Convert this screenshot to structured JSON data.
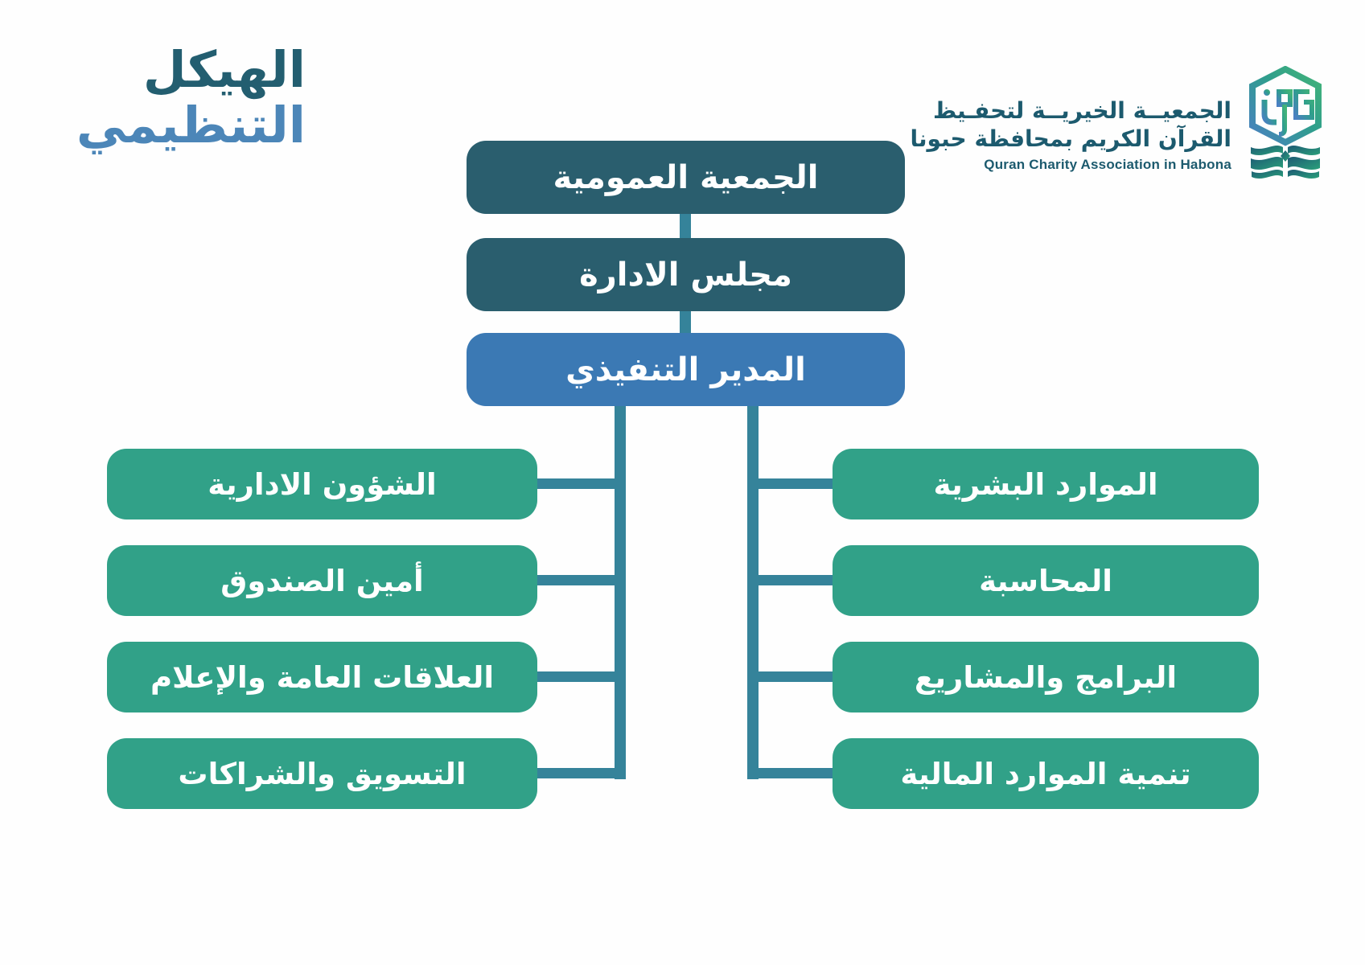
{
  "title": {
    "line1": "الهيكل",
    "line2": "التنظيمي"
  },
  "logo": {
    "name_ar_line1": "الجمعيــة الخيريــة لتحفـيظ",
    "name_ar_line2": "القرآن الكريم بمحافظة حبونا",
    "name_en": "Quran Charity Association in Habona"
  },
  "chart": {
    "root_nodes": [
      {
        "id": "general-assembly",
        "label": "الجمعية العمومية"
      },
      {
        "id": "board-of-directors",
        "label": "مجلس الادارة"
      },
      {
        "id": "executive-director",
        "label": "المدير التنفيذي"
      }
    ],
    "left_branch": [
      {
        "id": "administrative-affairs",
        "label": "الشؤون الادارية"
      },
      {
        "id": "treasurer",
        "label": "أمين الصندوق"
      },
      {
        "id": "public-relations-media",
        "label": "العلاقات العامة والإعلام"
      },
      {
        "id": "marketing-partnerships",
        "label": "التسويق والشراكات"
      }
    ],
    "right_branch": [
      {
        "id": "human-resources",
        "label": "الموارد البشرية"
      },
      {
        "id": "accounting",
        "label": "المحاسبة"
      },
      {
        "id": "programs-projects",
        "label": "البرامج والمشاريع"
      },
      {
        "id": "financial-resources-development",
        "label": "تنمية الموارد المالية"
      }
    ]
  },
  "colors": {
    "dark_node": "#2a5e6e",
    "executive_node": "#3b79b4",
    "department_node": "#31a188",
    "connector": "#35839a",
    "title_dark": "#235e70",
    "title_blue": "#4c86b8",
    "logo_text": "#1c5a6e"
  }
}
